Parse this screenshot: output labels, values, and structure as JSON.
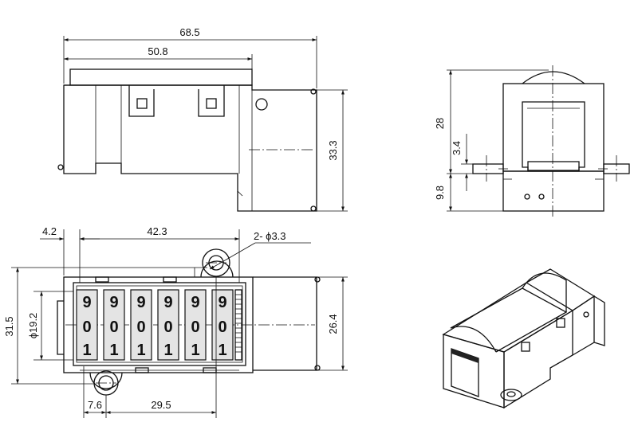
{
  "dimensions": {
    "front_overall_width": "68.5",
    "front_body_width": "50.8",
    "front_height": "33.3",
    "side_height": "28",
    "side_boss": "3.4",
    "side_base": "9.8",
    "top_left_offset": "4.2",
    "top_width": "42.3",
    "hole_note": "2- ϕ3.3",
    "top_wheel_diameter": "ϕ19.2",
    "top_overall_height": "31.5",
    "top_window_height": "26.4",
    "top_bottom_offset": "7.6",
    "top_bottom_pitch": "29.5"
  },
  "counter_wheels": [
    {
      "top": "9",
      "mid": "0",
      "bot": "1"
    },
    {
      "top": "9",
      "mid": "0",
      "bot": "1"
    },
    {
      "top": "9",
      "mid": "0",
      "bot": "1"
    },
    {
      "top": "9",
      "mid": "0",
      "bot": "1"
    },
    {
      "top": "9",
      "mid": "0",
      "bot": "1"
    },
    {
      "top": "9",
      "mid": "0",
      "bot": "1"
    }
  ]
}
